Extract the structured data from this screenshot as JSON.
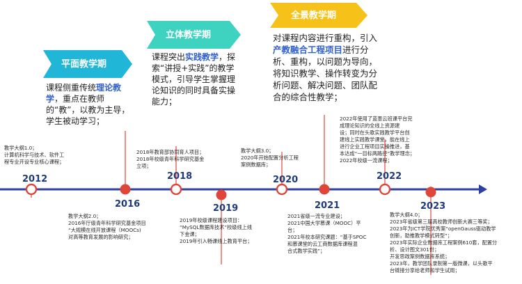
{
  "colors": {
    "axis": "#2f3f9f",
    "marker_red": "#e0453a",
    "phase1": "#1fb6d8",
    "phase2": "#3dd3c0",
    "phase3": "#f6c21a",
    "highlight": "#2f5fd0"
  },
  "phases": [
    {
      "title": "平面教学期",
      "desc_parts": [
        {
          "t": "课程侧重传统",
          "hl": false
        },
        {
          "t": "理论教学",
          "hl": true
        },
        {
          "t": "，重点在教师的“教”，以教为主导，学生被动学习；",
          "hl": false
        }
      ]
    },
    {
      "title": "立体教学期",
      "desc_parts": [
        {
          "t": "课程突出",
          "hl": false
        },
        {
          "t": "实践教学",
          "hl": true
        },
        {
          "t": "，探索“讲授+实践”的教学模式，引导学生掌握理论知识的同时具备实操能力；",
          "hl": false
        }
      ]
    },
    {
      "title": "全景教学期",
      "desc_parts": [
        {
          "t": "对课程内容进行重构，引入",
          "hl": false
        },
        {
          "t": "产教融合工程项目",
          "hl": true
        },
        {
          "t": "进行分析、重构，以问题为导向，将知识教学、操作转变为分析问题、解决问题、团队配合的综合性教学；",
          "hl": false
        }
      ]
    }
  ],
  "milestones": [
    {
      "year": "2012",
      "lines": [
        "教学大纲1.0；",
        "计算机科学与技术、软件工",
        "程专业开设专业核心课程；"
      ]
    },
    {
      "year": "2016",
      "lines": [
        "教学大纲2.0；",
        "2016年厅级青年科学研究基金项目",
        "“大规模在线开放课程（MOOCs)",
        "对高等教育发展的影响研究；"
      ]
    },
    {
      "year": "2018",
      "lines": [
        "2018年教育部协同育人项目；",
        "2018年校级青年科学研究基金",
        "立项；"
      ]
    },
    {
      "year": "2019",
      "lines": [
        "2019年校级课程建设项目：",
        "“MySQL数据库技术”校级线上线",
        "下金课；",
        "2019年引入畅课线上教育平台；"
      ]
    },
    {
      "year": "2020",
      "lines": [
        "教学大纲3.0；",
        "2020年开始配置分析工程",
        "案例数据库；"
      ]
    },
    {
      "year": "2021",
      "lines": [
        "2021省级一流专业建设；",
        "2021中国大学慕课（MOOC）平",
        "台；",
        "2021年校本研究课题：“基于SPOC",
        "和慕课堂的云工商数据库课程混",
        "合式教学实践”；"
      ]
    },
    {
      "year": "2022",
      "lines": [
        "2022年使用了蓝墨云班课平台完",
        "成理论知识的全线上资源建",
        "设；同时在头歌实践教学平台创",
        "建线上实践教学课堂，能在线上",
        "进行企业工程项目实操推进，基",
        "本达成“一目标两路径”教学理念；",
        "2022年校级一流课程；"
      ]
    },
    {
      "year": "2023",
      "lines": [
        "教学大纲4.0；",
        "2023年省级第三届高校教师创新大赛三等奖；",
        "2023年为ICT学院优秀案“openGauss驱动教学",
        "创新，助推教学模式转型”；",
        "2023年实际企业数据库工程案例610套，配置分",
        "析、设计图文301份；",
        "开发思政案例数据库系统；",
        "2023年，教学团队录制第一版微课，以头歌平",
        "台链接分享给老师和学生试用；"
      ]
    }
  ]
}
